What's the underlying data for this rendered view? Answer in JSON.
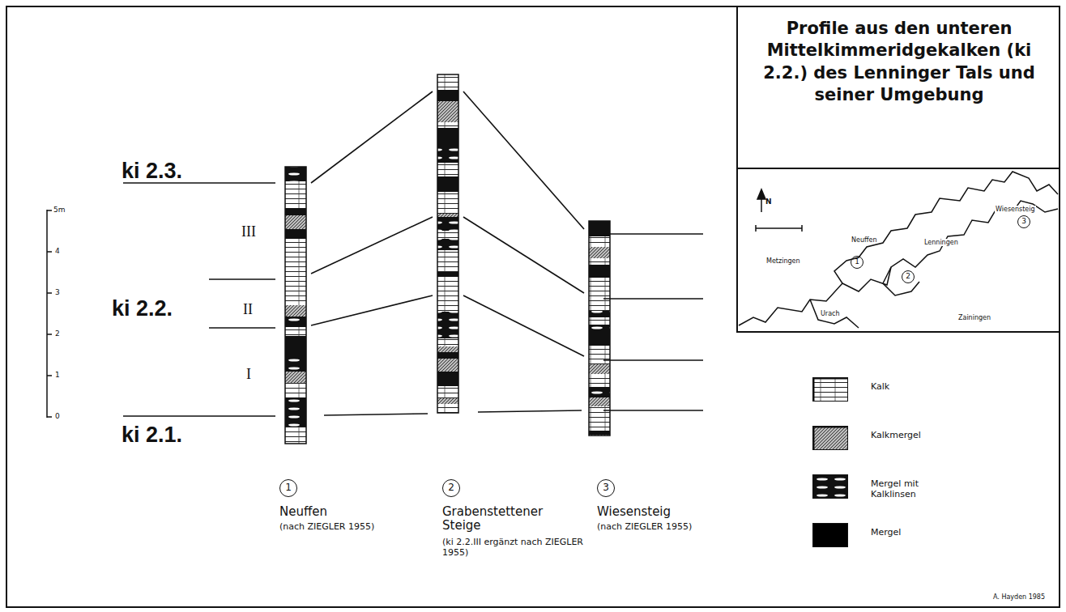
{
  "diagram": {
    "title": "Profile aus den unteren Mittelkimmeridgekalken (ki 2.2.) des Lenninger Tals und seiner Umgebung",
    "labels": [
      "ki 2.3.",
      "ki 2.2.",
      "ki 2.1.",
      "III",
      "II",
      "I",
      "5m",
      "4",
      "3",
      "2",
      "1",
      "0",
      "1",
      "Neuffen",
      "(nach ZIEGLER 1955)",
      "2",
      "Grabenstettener Steige",
      "(ki 2.2.III ergänzt nach ZIEGLER 1955)",
      "3",
      "Wiesensteig",
      "(nach ZIEGLER 1955)",
      "N",
      "Metzingen",
      "Neuffen",
      "Lenningen",
      "Wiesensteig",
      "Urach",
      "Zainingen",
      "1",
      "2",
      "3",
      "A. Hayden 1985"
    ],
    "legend": [
      {
        "text": "Kalk"
      },
      {
        "text": "Kalkmergel"
      },
      {
        "text": "Mergel mit Kalklinsen"
      },
      {
        "text": "Mergel",
        "color": "#000000"
      }
    ]
  }
}
